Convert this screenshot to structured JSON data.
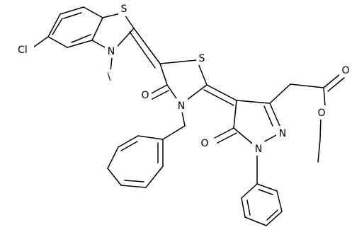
{
  "diagram": {
    "type": "chemical-structure",
    "atom_labels": [
      {
        "id": "s-benzothiazole",
        "text": "S"
      },
      {
        "id": "n-benzothiazole",
        "text": "N"
      },
      {
        "id": "methyl",
        "text": "\\"
      },
      {
        "id": "chloro",
        "text": "Cl"
      },
      {
        "id": "s-thiazolidine",
        "text": "S"
      },
      {
        "id": "o-thiazolidinone",
        "text": "O"
      },
      {
        "id": "n-thiazolidine",
        "text": "N"
      },
      {
        "id": "o-pyrazolone",
        "text": "O"
      },
      {
        "id": "n1-pyrazole",
        "text": "N"
      },
      {
        "id": "n2-pyrazole",
        "text": "N"
      },
      {
        "id": "o-ester-carbonyl",
        "text": "O"
      },
      {
        "id": "o-ester-ether",
        "text": "O"
      }
    ]
  }
}
